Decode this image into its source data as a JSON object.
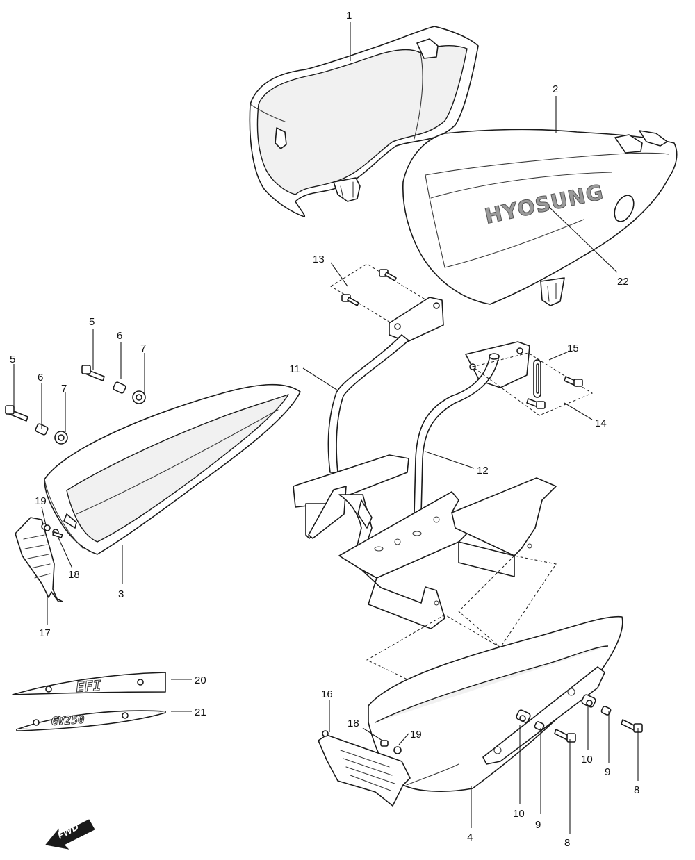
{
  "diagram": {
    "callouts": [
      "1",
      "2",
      "3",
      "4",
      "5",
      "5",
      "6",
      "6",
      "7",
      "7",
      "8",
      "8",
      "9",
      "9",
      "10",
      "10",
      "11",
      "12",
      "13",
      "14",
      "15",
      "16",
      "17",
      "18",
      "18",
      "19",
      "19",
      "20",
      "21",
      "22"
    ],
    "emblem_text": "HYOSUNG",
    "plate_top_text": "EFI",
    "plate_bottom_text": "GV250",
    "direction_text": "FWD"
  }
}
